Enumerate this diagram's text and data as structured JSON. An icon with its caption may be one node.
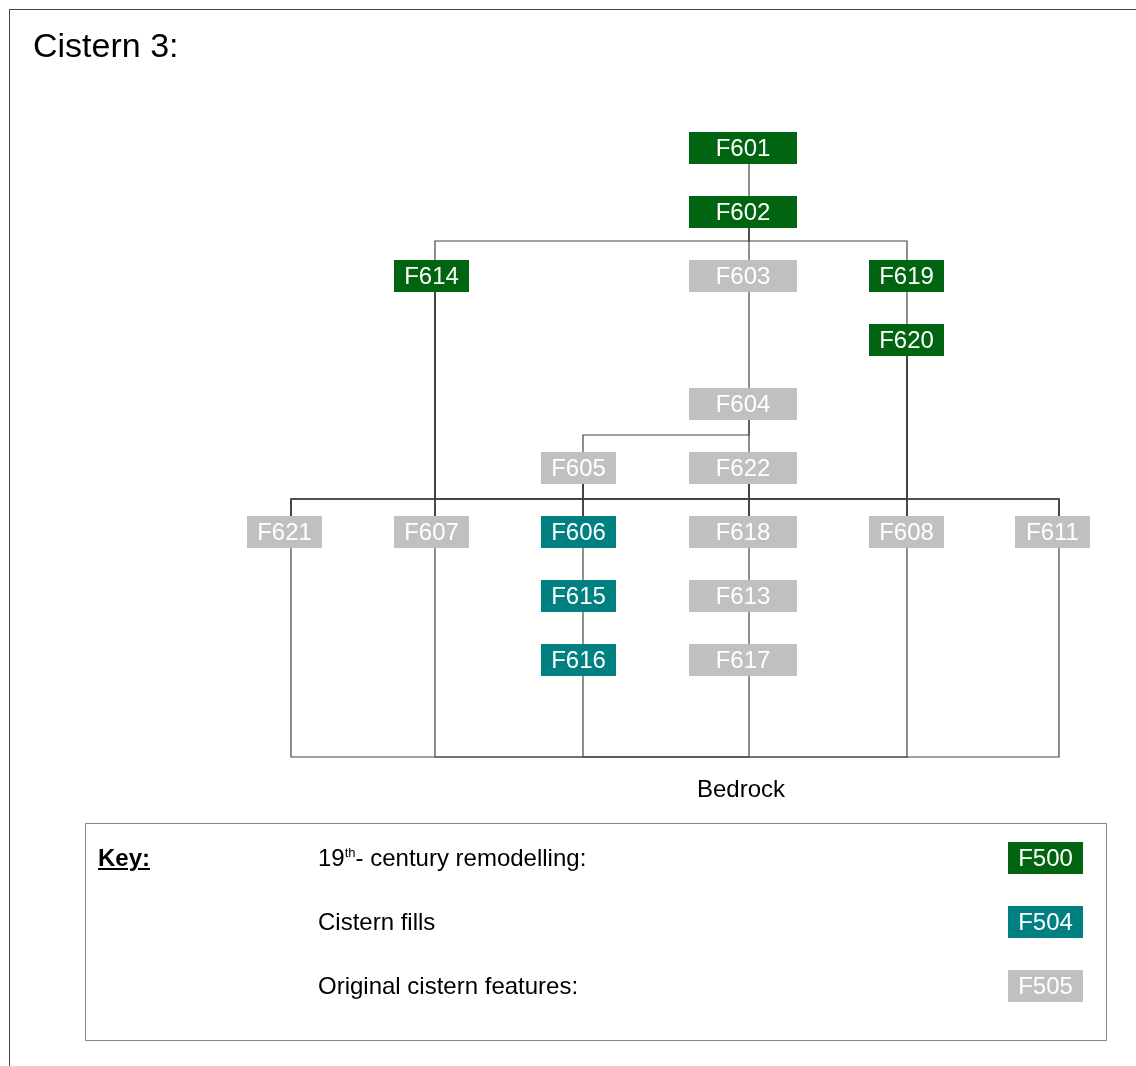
{
  "diagram": {
    "title": "Cistern 3:",
    "nodes": [
      {
        "text": [
          "F601"
        ]
      },
      {
        "text": [
          "F602"
        ]
      },
      {
        "text": [
          "F614"
        ]
      },
      {
        "text": [
          "F603"
        ]
      },
      {
        "text": [
          "F619"
        ]
      },
      {
        "text": [
          "F620"
        ]
      },
      {
        "text": [
          "F604"
        ]
      },
      {
        "text": [
          "F605"
        ]
      },
      {
        "text": [
          "F622"
        ]
      },
      {
        "text": [
          "F621"
        ]
      },
      {
        "text": [
          "F607"
        ]
      },
      {
        "text": [
          "F606"
        ]
      },
      {
        "text": [
          "F618"
        ]
      },
      {
        "text": [
          "F608"
        ]
      },
      {
        "text": [
          "F611"
        ]
      },
      {
        "text": [
          "F615"
        ]
      },
      {
        "text": [
          "F613"
        ]
      },
      {
        "text": [
          "F616"
        ]
      },
      {
        "text": [
          "F617"
        ]
      },
      {
        "text": [
          "Bedrock"
        ]
      }
    ],
    "edges": [
      {
        "from": 0,
        "to": 1,
        "arrow": "none"
      },
      {
        "from": 1,
        "to": 2,
        "arrow": "none"
      },
      {
        "from": 1,
        "to": 3,
        "arrow": "none"
      },
      {
        "from": 1,
        "to": 4,
        "arrow": "none"
      },
      {
        "from": 3,
        "to": 6,
        "arrow": "none"
      },
      {
        "from": 4,
        "to": 5,
        "arrow": "none"
      },
      {
        "from": 6,
        "to": 7,
        "arrow": "none"
      },
      {
        "from": 6,
        "to": 8,
        "arrow": "none"
      },
      {
        "from": 2,
        "to": 9,
        "arrow": "none"
      },
      {
        "from": 2,
        "to": 10,
        "arrow": "none"
      },
      {
        "from": 2,
        "to": 11,
        "arrow": "none"
      },
      {
        "from": 2,
        "to": 12,
        "arrow": "none"
      },
      {
        "from": 2,
        "to": 13,
        "arrow": "none"
      },
      {
        "from": 2,
        "to": 14,
        "arrow": "none"
      },
      {
        "from": 7,
        "to": 9,
        "arrow": "none"
      },
      {
        "from": 7,
        "to": 10,
        "arrow": "none"
      },
      {
        "from": 7,
        "to": 11,
        "arrow": "none"
      },
      {
        "from": 7,
        "to": 12,
        "arrow": "none"
      },
      {
        "from": 7,
        "to": 13,
        "arrow": "none"
      },
      {
        "from": 7,
        "to": 14,
        "arrow": "none"
      },
      {
        "from": 8,
        "to": 9,
        "arrow": "none"
      },
      {
        "from": 8,
        "to": 10,
        "arrow": "none"
      },
      {
        "from": 8,
        "to": 11,
        "arrow": "none"
      },
      {
        "from": 8,
        "to": 12,
        "arrow": "none"
      },
      {
        "from": 8,
        "to": 13,
        "arrow": "none"
      },
      {
        "from": 8,
        "to": 14,
        "arrow": "none"
      },
      {
        "from": 5,
        "to": 9,
        "arrow": "none"
      },
      {
        "from": 5,
        "to": 10,
        "arrow": "none"
      },
      {
        "from": 5,
        "to": 11,
        "arrow": "none"
      },
      {
        "from": 5,
        "to": 12,
        "arrow": "none"
      },
      {
        "from": 5,
        "to": 13,
        "arrow": "none"
      },
      {
        "from": 5,
        "to": 14,
        "arrow": "none"
      },
      {
        "from": 11,
        "to": 15,
        "arrow": "none"
      },
      {
        "from": 15,
        "to": 17,
        "arrow": "none"
      },
      {
        "from": 12,
        "to": 16,
        "arrow": "none"
      },
      {
        "from": 16,
        "to": 18,
        "arrow": "none"
      },
      {
        "from": 9,
        "to": 19,
        "arrow": "none"
      },
      {
        "from": 10,
        "to": 19,
        "arrow": "none"
      },
      {
        "from": 17,
        "to": 19,
        "arrow": "none"
      },
      {
        "from": 18,
        "to": 19,
        "arrow": "none"
      },
      {
        "from": 13,
        "to": 19,
        "arrow": "none"
      },
      {
        "from": 14,
        "to": 19,
        "arrow": "none"
      }
    ],
    "labels": [
      "Key:",
      "F500",
      "F504",
      "F505"
    ],
    "legend": [
      {
        "text": "19$^{th}$- century remodelling:",
        "color": "#006410"
      },
      {
        "text": "Cistern fills",
        "color": "#008080"
      },
      {
        "text": "Original cistern features:",
        "color": "#c0c0c0"
      }
    ]
  }
}
